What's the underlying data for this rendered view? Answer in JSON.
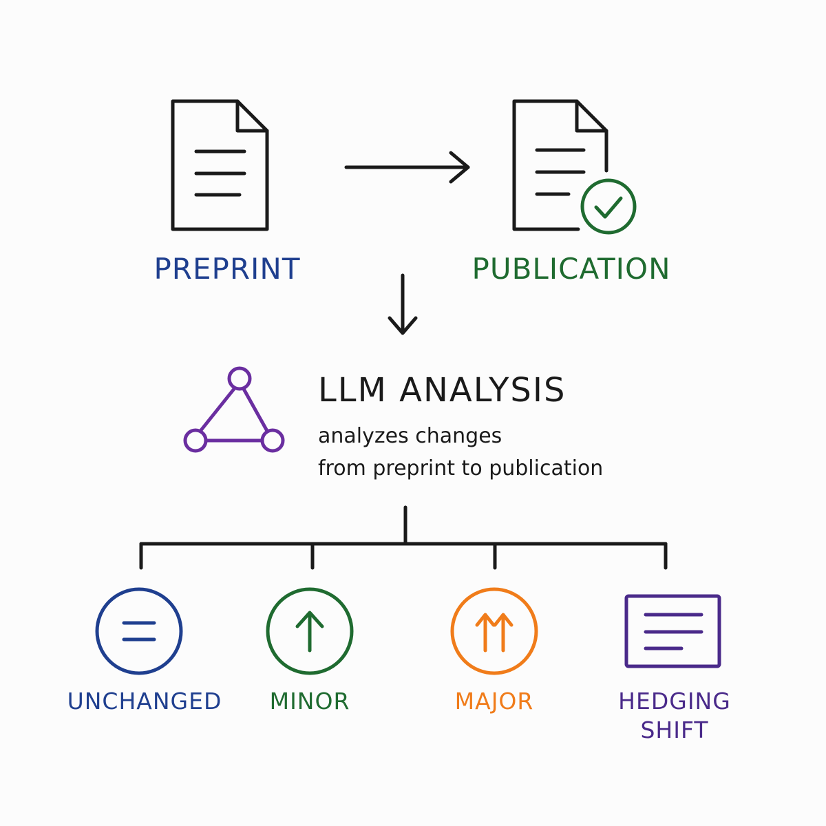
{
  "colors": {
    "ink": "#1a1a1a",
    "blue": "#1f3f8f",
    "green": "#1f6b30",
    "orange": "#f07c1a",
    "purple": "#4a2a8a",
    "hub_purple": "#6a2ea0"
  },
  "top": {
    "preprint": {
      "label": "PREPRINT",
      "icon": "document-icon"
    },
    "publication": {
      "label": "PUBLICATION",
      "icon": "document-check-icon"
    }
  },
  "analysis": {
    "title": "LLM ANALYSIS",
    "description_line1": "analyzes changes",
    "description_line2": "from preprint to publication",
    "icon": "network-triangle-icon"
  },
  "categories": [
    {
      "label_line1": "UNCHANGED",
      "label_line2": "",
      "icon": "equals-circle-icon",
      "color": "#1f3f8f"
    },
    {
      "label_line1": "MINOR",
      "label_line2": "",
      "icon": "arrow-up-circle-icon",
      "color": "#1f6b30"
    },
    {
      "label_line1": "MAJOR",
      "label_line2": "",
      "icon": "double-arrow-up-circle-icon",
      "color": "#f07c1a"
    },
    {
      "label_line1": "HEDGING",
      "label_line2": "SHIFT",
      "icon": "text-box-icon",
      "color": "#4a2a8a"
    }
  ]
}
